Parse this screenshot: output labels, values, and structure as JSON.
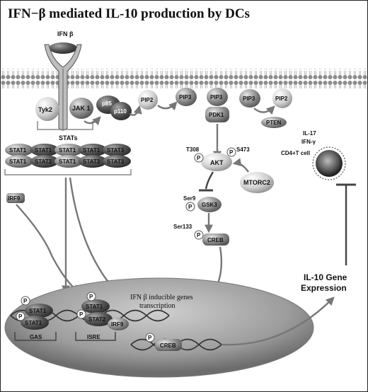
{
  "title": "IFN−β mediated IL-10 production by DCs",
  "labels": {
    "ifn_beta": "IFN β",
    "tyk2": "Tyk2",
    "jak1": "JAK 1",
    "p85": "p85",
    "p110": "p110",
    "pip2_left": "PIP2",
    "pip3_a": "PIP3",
    "pip3_b": "PIP3",
    "pip3_c": "PIP3",
    "pip2_right": "PIP2",
    "pdk1": "PDK1",
    "pten": "PTEN",
    "stats_header": "STATs",
    "stat_row1": [
      "STAT1",
      "STAT1",
      "STAT1",
      "STAT1",
      "STAT3"
    ],
    "stat_row2": [
      "STAT1",
      "STAT2",
      "STAT1",
      "STAT3",
      "STAT3"
    ],
    "t308": "T308",
    "s473": "S473",
    "akt": "AKT",
    "mtorc2": "MTORC2",
    "ser9": "Ser9",
    "gsk3": "GSK3",
    "ser133": "Ser133",
    "creb": "CREB",
    "irf9": "IRF9",
    "p": "P",
    "cd4_tcell": "CD4+T cell",
    "il17": "IL-17",
    "ifn_gamma": "IFN-γ",
    "il10_gene_line1": "IL-10 Gene",
    "il10_gene_line2": "Expression",
    "inducible_line1": "IFN β inducible genes",
    "inducible_line2": "transcription",
    "nuc_stat1_a": "STAT1",
    "nuc_stat1_b": "STAT1",
    "nuc_stat1_c": "STAT1",
    "nuc_stat2": "STAT2",
    "nuc_irf9": "IRF9",
    "gas": "GAS",
    "isre": "ISRE",
    "nuc_creb": "CREB"
  },
  "colors": {
    "membrane": "#8a8a8a",
    "protein_dark": "#4f4f4f",
    "protein_mid": "#8c8c8c",
    "protein_light": "#cfcfcf",
    "nucleus": "#9a9a9a",
    "arrow": "#777777"
  },
  "icons": {
    "phospho": "starburst-P",
    "tcell": "spiky-sphere",
    "dna": "double-helix"
  }
}
